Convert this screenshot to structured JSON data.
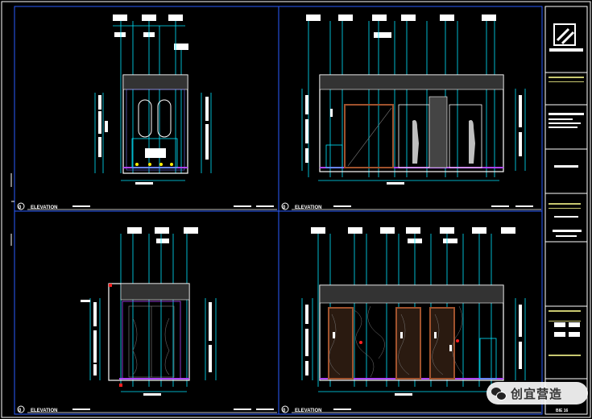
{
  "drawing": {
    "views": [
      {
        "id": "top-left",
        "label": "ELEVATION",
        "number": "0"
      },
      {
        "id": "top-right",
        "label": "ELEVATION",
        "number": "0"
      },
      {
        "id": "bottom-left",
        "label": "ELEVATION",
        "number": "0"
      },
      {
        "id": "bottom-right",
        "label": "ELEVATION",
        "number": "0"
      }
    ],
    "title_block": {
      "sheet_no": "BIE 16"
    },
    "colors": {
      "background": "#000000",
      "frame": "#ffffff",
      "blue_frame": "#2a5cff",
      "dimension": "#00e5ff",
      "wall": "#ffffff",
      "accent_purple": "#b044ff",
      "accent_red": "#ff2020",
      "accent_yellow": "#ffee00",
      "wood": "#a0522d",
      "title_yellow": "#c8c870"
    }
  },
  "watermark": {
    "text": "创宜营造",
    "icon": "wechat-icon"
  }
}
